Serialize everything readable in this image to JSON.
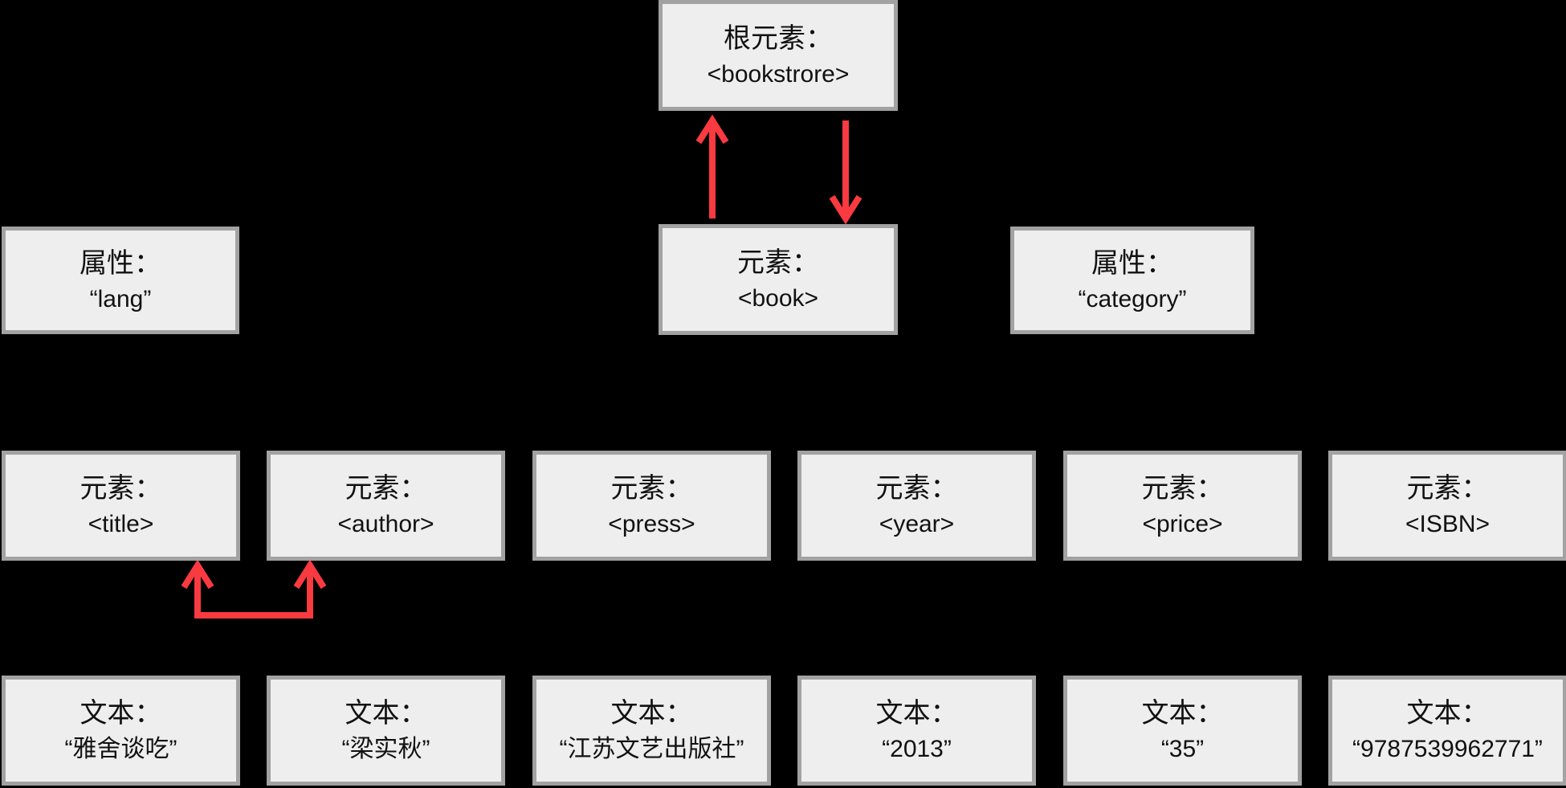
{
  "colors": {
    "background": "#000000",
    "box_fill": "#eeeeee",
    "box_border": "#a2a2a2",
    "arrow": "#f93a40",
    "text": "#111111"
  },
  "nodes": {
    "root": {
      "label": "根元素：",
      "value": "<bookstrore>"
    },
    "book": {
      "label": "元素：",
      "value": "<book>"
    },
    "attr_lang": {
      "label": "属性：",
      "value": "“lang”"
    },
    "attr_category": {
      "label": "属性：",
      "value": "“category”"
    },
    "elements": [
      {
        "label": "元素：",
        "value": "<title>"
      },
      {
        "label": "元素：",
        "value": "<author>"
      },
      {
        "label": "元素：",
        "value": "<press>"
      },
      {
        "label": "元素：",
        "value": "<year>"
      },
      {
        "label": "元素：",
        "value": "<price>"
      },
      {
        "label": "元素：",
        "value": "<ISBN>"
      }
    ],
    "texts": [
      {
        "label": "文本：",
        "value": "“雅舍谈吃”"
      },
      {
        "label": "文本：",
        "value": "“梁实秋”"
      },
      {
        "label": "文本：",
        "value": "“江苏文艺出版社”"
      },
      {
        "label": "文本：",
        "value": "“2013”"
      },
      {
        "label": "文本：",
        "value": "“35”"
      },
      {
        "label": "文本：",
        "value": "“9787539962771”"
      }
    ]
  },
  "edges": [
    {
      "name": "book-to-root",
      "type": "arrow-up"
    },
    {
      "name": "root-to-book",
      "type": "arrow-down"
    },
    {
      "name": "title-author-siblings",
      "type": "double-arrow-up-connector"
    }
  ]
}
